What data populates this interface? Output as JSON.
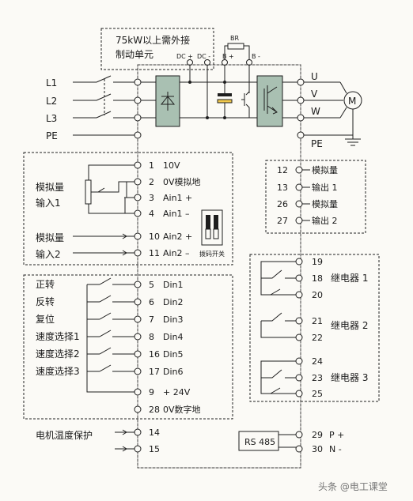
{
  "braking": {
    "title_l1": "75kW以上需外接",
    "title_l2": "制动单元",
    "dc_plus": "DC +",
    "dc_minus": "DC -",
    "br": "BR",
    "b_plus": "B +",
    "b_minus": "B -"
  },
  "mains": [
    "L1",
    "L2",
    "L3",
    "PE"
  ],
  "motor": {
    "u": "U",
    "v": "V",
    "w": "W",
    "pe": "PE",
    "m": "M"
  },
  "analog_in": {
    "label1_l1": "模拟量",
    "label1_l2": "输入1",
    "label2_l1": "模拟量",
    "label2_l2": "输入2",
    "dip_label": "拨码开关",
    "terminals": [
      {
        "num": "1",
        "name": "10V"
      },
      {
        "num": "2",
        "name": "0V模拟地"
      },
      {
        "num": "3",
        "name": "Ain1 +"
      },
      {
        "num": "4",
        "name": "Ain1 –"
      },
      {
        "num": "10",
        "name": "Ain2 +"
      },
      {
        "num": "11",
        "name": "Ain2 –"
      }
    ]
  },
  "analog_out": {
    "terminals": [
      {
        "num": "12",
        "name": "模拟量"
      },
      {
        "num": "13",
        "name": "输出 1"
      },
      {
        "num": "26",
        "name": "模拟量"
      },
      {
        "num": "27",
        "name": "输出 2"
      }
    ]
  },
  "digital_in": {
    "labels": [
      "正转",
      "反转",
      "复位",
      "速度选择1",
      "速度选择2",
      "速度选择3"
    ],
    "terminals": [
      {
        "num": "5",
        "name": "Din1"
      },
      {
        "num": "6",
        "name": "Din2"
      },
      {
        "num": "7",
        "name": "Din3"
      },
      {
        "num": "8",
        "name": "Din4"
      },
      {
        "num": "16",
        "name": "Din5"
      },
      {
        "num": "17",
        "name": "Din6"
      },
      {
        "num": "9",
        "name": "+ 24V"
      },
      {
        "num": "28",
        "name": "0V数字地"
      }
    ]
  },
  "relays": {
    "terminals": [
      "19",
      "18",
      "20",
      "21",
      "22",
      "24",
      "23",
      "25"
    ],
    "labels": [
      "继电器 1",
      "继电器 2",
      "继电器 3"
    ]
  },
  "motor_protection": {
    "label": "电机温度保护",
    "terminals": [
      "14",
      "15"
    ]
  },
  "rs485": {
    "label": "RS 485",
    "terminals": [
      {
        "num": "29",
        "name": "P +"
      },
      {
        "num": "30",
        "name": "N -"
      }
    ]
  },
  "watermark": "头条 @电工课堂"
}
